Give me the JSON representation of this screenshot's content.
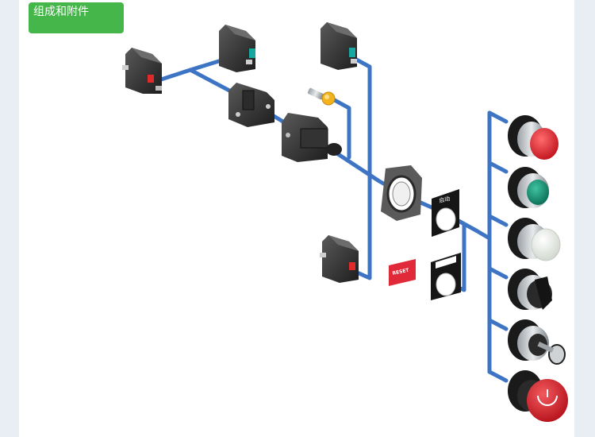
{
  "header": {
    "title": "组成和附件"
  },
  "labels": {
    "plate_text": "启动",
    "reset_label": "RESET"
  },
  "colors": {
    "connector_blue": "#3e74c4",
    "header_green": "#45b649",
    "red_button": "#e0202a",
    "green_button": "#0e8a6e",
    "white_button": "#f2f4f0",
    "black_button": "#1e1e1e",
    "estop_red": "#d71a22"
  },
  "icons": [
    "contact-block-icon",
    "auxiliary-contact-icon",
    "mounting-base-icon",
    "light-module-icon",
    "indicator-bulb-icon",
    "fixing-collar-icon",
    "legend-plate-icon",
    "legend-holder-icon",
    "reset-label-icon",
    "red-pushbutton-icon",
    "green-pushbutton-icon",
    "white-pushbutton-icon",
    "selector-switch-icon",
    "key-switch-icon",
    "emergency-stop-icon"
  ]
}
